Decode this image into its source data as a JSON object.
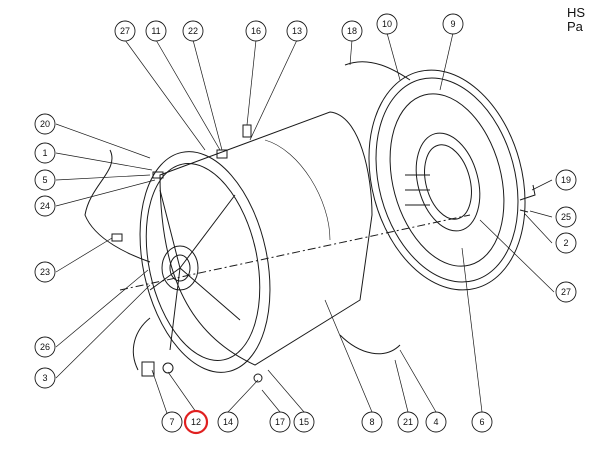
{
  "header": {
    "line1": "HS",
    "line2": "Pa"
  },
  "callouts": [
    {
      "number": "27"
    },
    {
      "number": "11"
    },
    {
      "number": "22"
    },
    {
      "number": "16"
    },
    {
      "number": "13"
    },
    {
      "number": "18"
    },
    {
      "number": "10"
    },
    {
      "number": "9"
    },
    {
      "number": "20"
    },
    {
      "number": "1"
    },
    {
      "number": "5"
    },
    {
      "number": "24"
    },
    {
      "number": "23"
    },
    {
      "number": "26"
    },
    {
      "number": "3"
    },
    {
      "number": "19"
    },
    {
      "number": "25"
    },
    {
      "number": "2"
    },
    {
      "number": "27"
    },
    {
      "number": "7"
    },
    {
      "number": "12",
      "highlighted": true
    },
    {
      "number": "14"
    },
    {
      "number": "17"
    },
    {
      "number": "15"
    },
    {
      "number": "8"
    },
    {
      "number": "21"
    },
    {
      "number": "4"
    },
    {
      "number": "6"
    }
  ],
  "colors": {
    "line": "#1a1a1a",
    "highlight": "#e02020"
  }
}
